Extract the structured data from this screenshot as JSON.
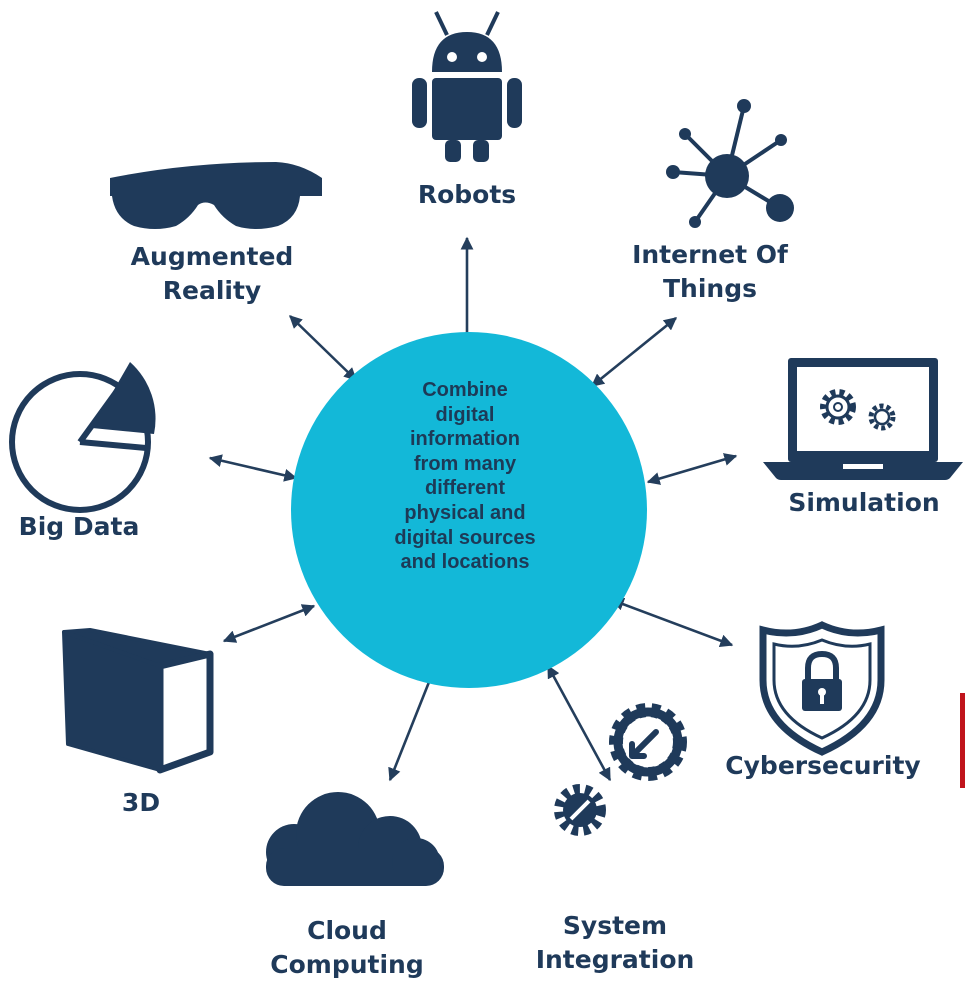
{
  "center": {
    "lines": [
      "Combine",
      "digital",
      "information",
      "from many",
      "different",
      "physical and",
      "digital sources",
      "and locations"
    ],
    "fill_color": "#13b8d8"
  },
  "nodes": {
    "robots": {
      "line1": "Robots",
      "icon": "robot-icon"
    },
    "iot": {
      "line1": "Internet Of",
      "line2": "Things",
      "icon": "network-icon"
    },
    "simulation": {
      "line1": "Simulation",
      "icon": "laptop-gears-icon"
    },
    "cybersecurity": {
      "line1": "Cybersecurity",
      "icon": "shield-lock-icon"
    },
    "system_integration": {
      "line1": "System",
      "line2": "Integration",
      "icon": "gears-icon"
    },
    "cloud": {
      "line1": "Cloud",
      "line2": "Computing",
      "icon": "cloud-icon"
    },
    "threed": {
      "line1": "3D",
      "icon": "cube-icon"
    },
    "bigdata": {
      "line1": "Big Data",
      "icon": "pie-chart-icon"
    },
    "ar": {
      "line1": "Augmented",
      "line2": "Reality",
      "icon": "ar-goggles-icon"
    }
  },
  "colors": {
    "icon": "#1f3a5a",
    "arrow": "#243e5c",
    "accent": "#c0141c"
  }
}
